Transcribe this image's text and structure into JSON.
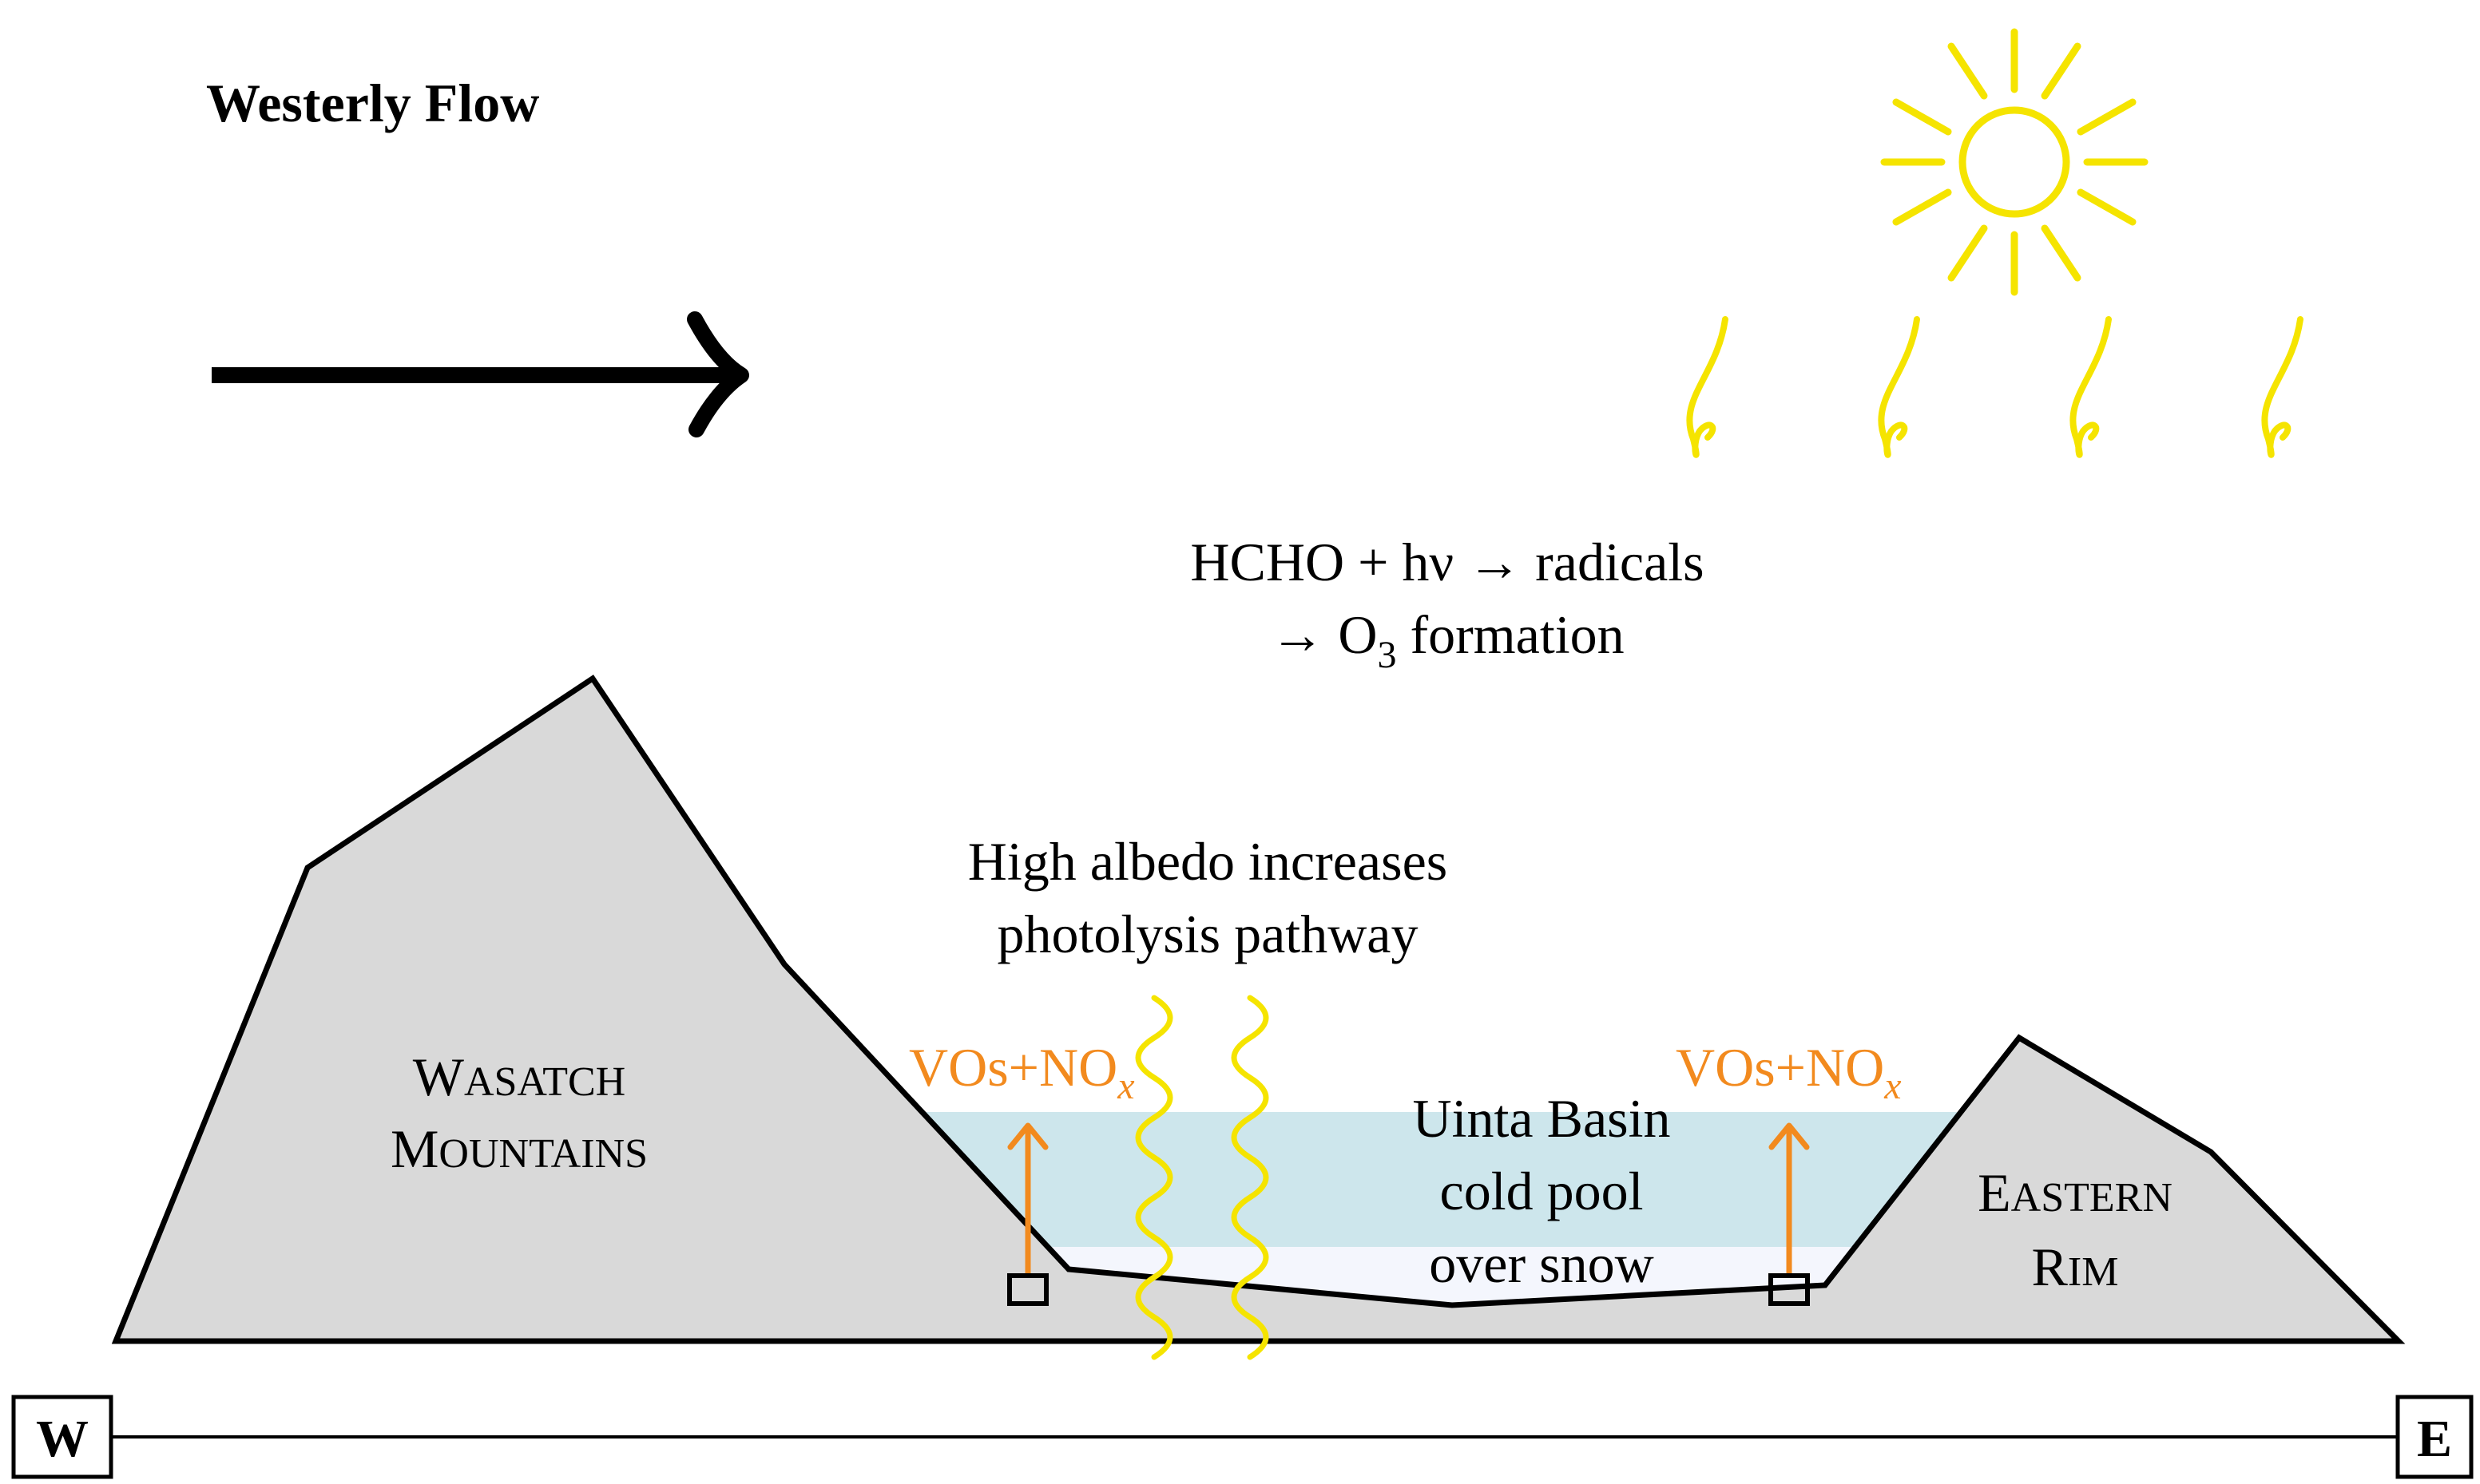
{
  "flow_label": "Westerly Flow",
  "chemistry": {
    "line1": "HCHO + hν → radicals",
    "line2_prefix": "→ O",
    "line2_sub": "3",
    "line2_suffix": " formation"
  },
  "albedo": {
    "line1": "High albedo increases",
    "line2": "photolysis pathway"
  },
  "wasatch": {
    "line1_cap": "W",
    "line1_rest": "ASATCH",
    "line2_cap": "M",
    "line2_rest": "OUNTAINS"
  },
  "eastern_rim": {
    "line1_cap": "E",
    "line1_rest": "ASTERN",
    "line2_cap": "R",
    "line2_rest": "IM"
  },
  "basin": {
    "line1": "Uinta Basin",
    "line2": "cold pool",
    "line3": "over snow"
  },
  "emissions_left": {
    "main": "VOs+NO",
    "sub": "x"
  },
  "emissions_right": {
    "main": "VOs+NO",
    "sub": "x"
  },
  "axis": {
    "west": "W",
    "east": "E"
  },
  "colors": {
    "terrain": "#d9d9d9",
    "cold_pool": "#cde6ec",
    "snow": "#f4f6fd",
    "sun": "#f5e400",
    "emission": "#f28a1e",
    "outline": "#000000"
  }
}
